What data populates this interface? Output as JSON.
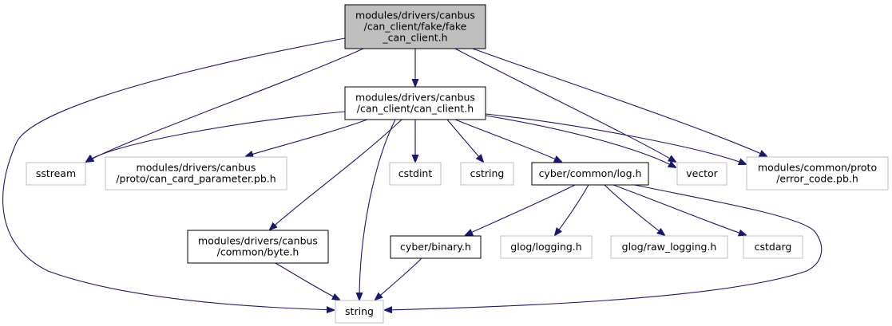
{
  "graph": {
    "nodes": [
      {
        "id": "fake_can_client",
        "lines": [
          "modules/drivers/canbus",
          "/can_client/fake/fake",
          "_can_client.h"
        ],
        "style": "root"
      },
      {
        "id": "can_client",
        "lines": [
          "modules/drivers/canbus",
          "/can_client/can_client.h"
        ],
        "style": "documented"
      },
      {
        "id": "sstream",
        "lines": [
          "sstream"
        ],
        "style": "external"
      },
      {
        "id": "can_card_parameter",
        "lines": [
          "modules/drivers/canbus",
          "/proto/can_card_parameter.pb.h"
        ],
        "style": "external"
      },
      {
        "id": "cstdint",
        "lines": [
          "cstdint"
        ],
        "style": "external"
      },
      {
        "id": "cstring",
        "lines": [
          "cstring"
        ],
        "style": "external"
      },
      {
        "id": "log",
        "lines": [
          "cyber/common/log.h"
        ],
        "style": "documented"
      },
      {
        "id": "vector",
        "lines": [
          "vector"
        ],
        "style": "external"
      },
      {
        "id": "error_code",
        "lines": [
          "modules/common/proto",
          "/error_code.pb.h"
        ],
        "style": "external"
      },
      {
        "id": "byte",
        "lines": [
          "modules/drivers/canbus",
          "/common/byte.h"
        ],
        "style": "documented"
      },
      {
        "id": "binary",
        "lines": [
          "cyber/binary.h"
        ],
        "style": "documented"
      },
      {
        "id": "logging",
        "lines": [
          "glog/logging.h"
        ],
        "style": "external"
      },
      {
        "id": "raw_logging",
        "lines": [
          "glog/raw_logging.h"
        ],
        "style": "external"
      },
      {
        "id": "cstdarg",
        "lines": [
          "cstdarg"
        ],
        "style": "external"
      },
      {
        "id": "string",
        "lines": [
          "string"
        ],
        "style": "external"
      }
    ],
    "edges": [
      {
        "from": "fake_can_client",
        "to": "can_client"
      },
      {
        "from": "fake_can_client",
        "to": "string"
      },
      {
        "from": "fake_can_client",
        "to": "sstream"
      },
      {
        "from": "fake_can_client",
        "to": "vector"
      },
      {
        "from": "fake_can_client",
        "to": "error_code"
      },
      {
        "from": "can_client",
        "to": "sstream"
      },
      {
        "from": "can_client",
        "to": "can_card_parameter"
      },
      {
        "from": "can_client",
        "to": "cstdint"
      },
      {
        "from": "can_client",
        "to": "cstring"
      },
      {
        "from": "can_client",
        "to": "log"
      },
      {
        "from": "can_client",
        "to": "vector"
      },
      {
        "from": "can_client",
        "to": "error_code"
      },
      {
        "from": "can_client",
        "to": "byte"
      },
      {
        "from": "can_client",
        "to": "string"
      },
      {
        "from": "log",
        "to": "binary"
      },
      {
        "from": "log",
        "to": "logging"
      },
      {
        "from": "log",
        "to": "raw_logging"
      },
      {
        "from": "log",
        "to": "cstdarg"
      },
      {
        "from": "log",
        "to": "string"
      },
      {
        "from": "byte",
        "to": "string"
      },
      {
        "from": "binary",
        "to": "string"
      }
    ],
    "colors": {
      "edge": "#191970",
      "root_fill": "#bfbfbf",
      "documented_border": "#000000",
      "external_border": "#bfbfbf",
      "text": "#000000"
    }
  }
}
